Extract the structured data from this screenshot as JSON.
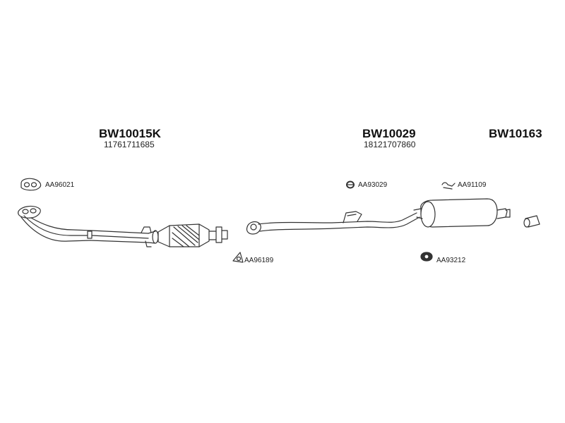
{
  "groups": [
    {
      "title": "BW10015K",
      "number": "11761711685"
    },
    {
      "title": "BW10029",
      "number": "18121707860"
    },
    {
      "title": "BW10163",
      "number": ""
    }
  ],
  "accessories": [
    {
      "code": "AA96021",
      "icon": "flange-gasket-icon"
    },
    {
      "code": "AA96189",
      "icon": "triangular-gasket-icon"
    },
    {
      "code": "AA93029",
      "icon": "rubber-ring-icon"
    },
    {
      "code": "AA91109",
      "icon": "mounting-bracket-icon"
    },
    {
      "code": "AA93212",
      "icon": "rubber-mount-icon"
    }
  ],
  "colors": {
    "stroke": "#333333",
    "fill": "#ffffff",
    "text": "#111111"
  }
}
